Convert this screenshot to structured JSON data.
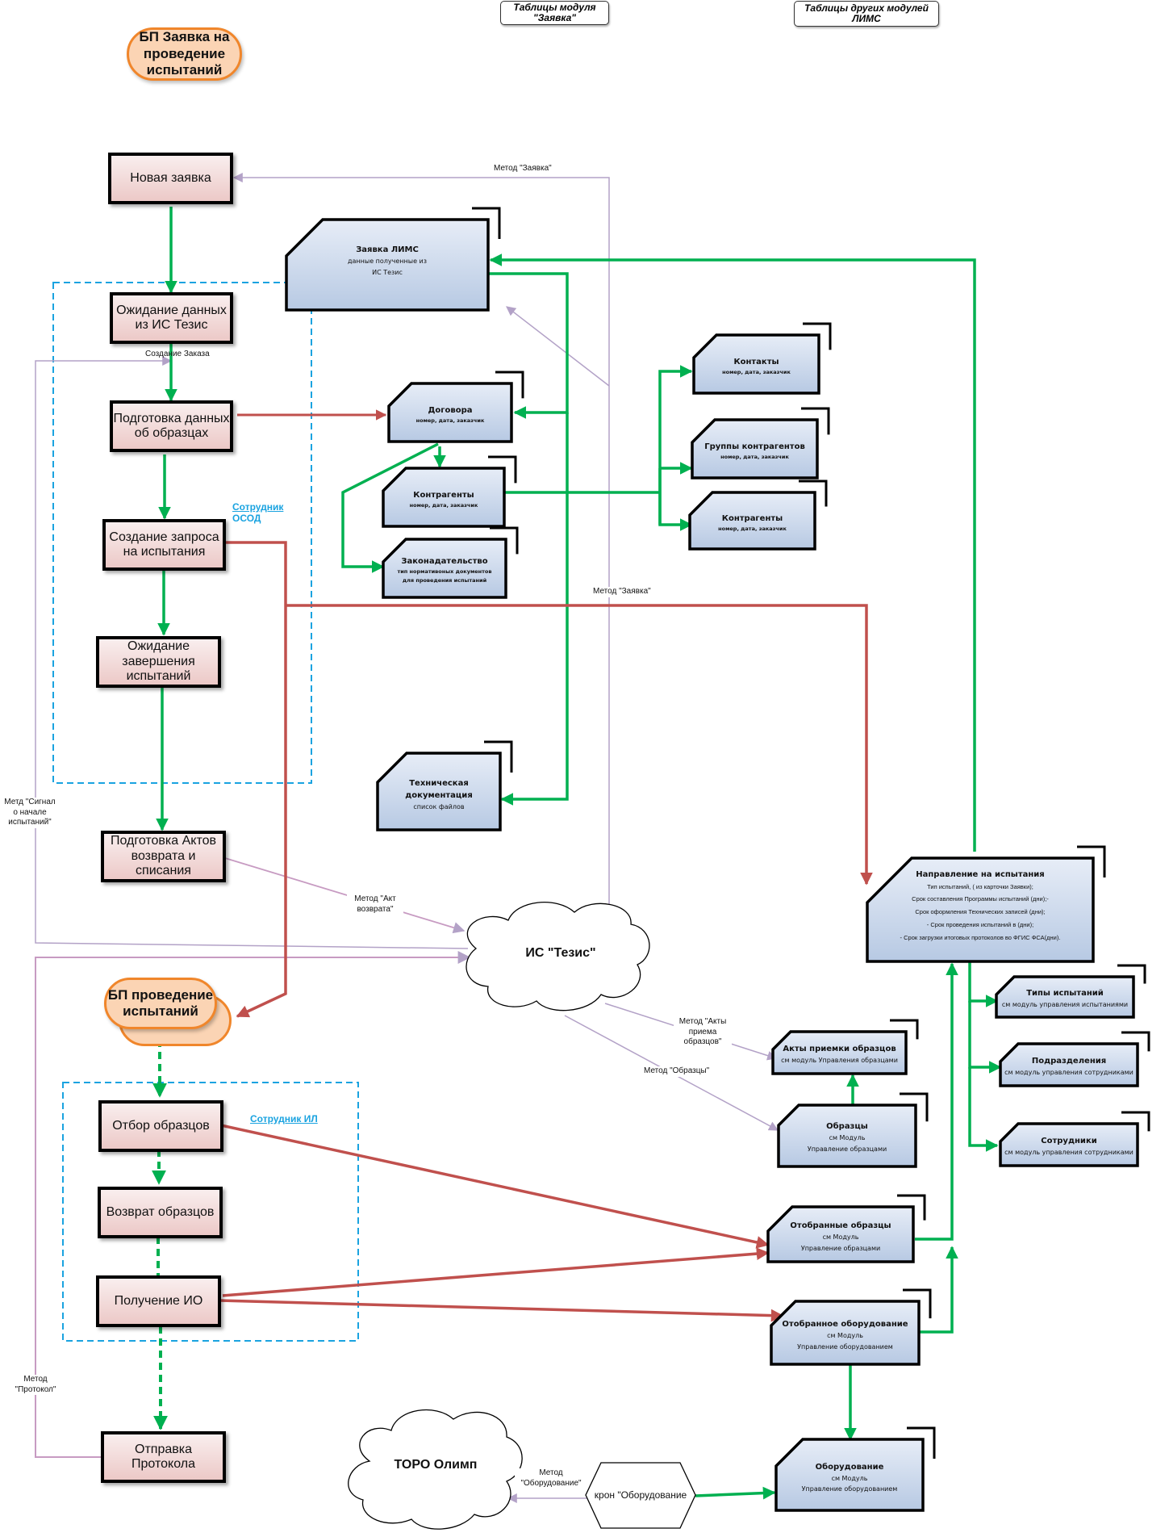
{
  "headers": {
    "module_tables": "Таблицы модуля \"Заявка\"",
    "other_tables": "Таблицы других модулей ЛИМС"
  },
  "start_events": {
    "request_bp": "БП Заявка на проведение испытаний",
    "testing_bp": "БП проведение испытаний"
  },
  "process_steps": {
    "new_request": "Новая заявка",
    "await_data": "Ожидание данных из ИС Тезис",
    "prepare_samples": "Подготовка данных об образцах",
    "create_test_request": "Создание запроса на испытания",
    "await_completion": "Ожидание завершения испытаний",
    "prepare_acts": "Подготовка Актов возврата и списания",
    "select_samples": "Отбор образцов",
    "return_samples": "Возврат образцов",
    "receive_equipment": "Получение ИО",
    "send_protocol": "Отправка Протокола"
  },
  "roles": {
    "osod_1": "Сотрудник",
    "osod_2": "ОСОД",
    "il": "Сотрудник ИЛ"
  },
  "tables": {
    "lims_request": {
      "title": "Заявка ЛИМС",
      "lines": [
        "данные полученные из",
        "ИС Тезис"
      ]
    },
    "contracts": {
      "title": "Договора",
      "lines": [
        "номер, дата, заказчик"
      ]
    },
    "counterparties_a": {
      "title": "Контрагенты",
      "lines": [
        "номер, дата, заказчик"
      ]
    },
    "legislation": {
      "title": "Законадательство",
      "lines": [
        "тип нормативоных документов",
        "для проведения испытаний"
      ]
    },
    "tech_docs": {
      "title": "Техническая документация",
      "lines": [
        "список файлов"
      ]
    },
    "contacts": {
      "title": "Контакты",
      "lines": [
        "номер, дата, заказчик"
      ]
    },
    "counterparty_groups": {
      "title": "Группы контрагентов",
      "lines": [
        "номер, дата, заказчик"
      ]
    },
    "counterparties_b": {
      "title": "Контрагенты",
      "lines": [
        "номер, дата, заказчик"
      ]
    },
    "test_direction": {
      "title": "Направление на испытания",
      "lines": [
        "Тип испытаний, ( из карточки Заявки);",
        "Срок составления Программы испытаний (дни);-",
        "Срок оформления Технических записей (дни);",
        "- Срок проведения испытаний в (дни);",
        "- Срок загрузки итоговых протоколов во ФГИС ФСА(дни)."
      ]
    },
    "test_types": {
      "title": "Типы испытаний",
      "lines": [
        "см модуль управления испытаниями"
      ]
    },
    "departments": {
      "title": "Подразделения",
      "lines": [
        "см модуль управления сотрудниками"
      ]
    },
    "employees": {
      "title": "Сотрудники",
      "lines": [
        "см модуль управления сотрудниками"
      ]
    },
    "acceptance_acts": {
      "title": "Акты приемки образцов",
      "lines": [
        "см модуль Управления образцами"
      ]
    },
    "samples": {
      "title": "Образцы",
      "lines": [
        "см Модуль",
        "Управление образцами"
      ]
    },
    "selected_samples": {
      "title": "Отобранные образцы",
      "lines": [
        "см Модуль",
        "Управление образцами"
      ]
    },
    "selected_equipment": {
      "title": "Отобранное оборудование",
      "lines": [
        "см Модуль",
        "Управление оборудованием"
      ]
    },
    "equipment": {
      "title": "Оборудование",
      "lines": [
        "см Модуль",
        "Управление оборудованием"
      ]
    }
  },
  "systems": {
    "tezis": "ИС \"Тезис\"",
    "toro": "ТОРО Олимп",
    "cron": "крон \"Оборудование"
  },
  "connector_labels": {
    "method_request_top": "Метод \"Заявка\"",
    "create_order": "Создание Заказа",
    "method_request_mid": "Метод \"Заявка\"",
    "method_signal": "Метд \"Сигнал о начале испытаний\"",
    "method_return_act": "Метод \"Акт возврата\"",
    "method_acceptance_acts": "Метод \"Акты приема образцов\"",
    "method_samples": "Метод \"Образцы\"",
    "method_protocol": "Метод \"Протокол\"",
    "method_equipment": "Метод \"Оборудование\""
  },
  "colors": {
    "flow_green": "#00b050",
    "data_red": "#c0504d",
    "method_purple": "#b3a2c7",
    "role_blue": "#1aa3e0",
    "pill_orange": "#f0862b"
  }
}
